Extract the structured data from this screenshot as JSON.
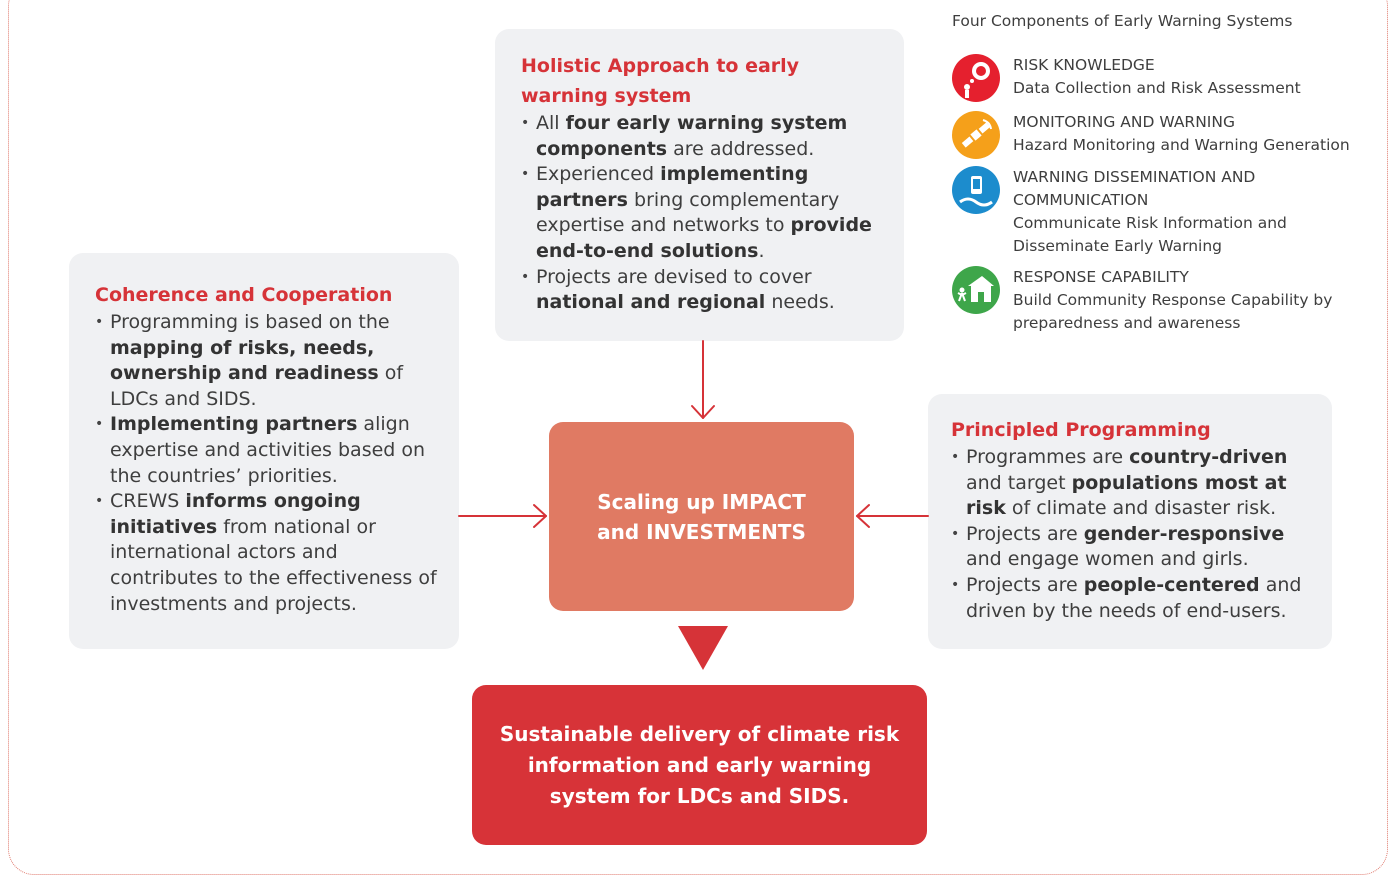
{
  "holistic": {
    "title": "Holistic Approach to early warning system",
    "items": [
      {
        "segments": [
          {
            "t": "All "
          },
          {
            "t": "four early warning system components",
            "b": true
          },
          {
            "t": " are addressed."
          }
        ]
      },
      {
        "segments": [
          {
            "t": "Experienced "
          },
          {
            "t": "implementing partners",
            "b": true
          },
          {
            "t": " bring complementary expertise and networks to "
          },
          {
            "t": "provide end-to-end solutions",
            "b": true
          },
          {
            "t": "."
          }
        ]
      },
      {
        "segments": [
          {
            "t": "Projects are devised to cover "
          },
          {
            "t": "national and regional",
            "b": true
          },
          {
            "t": " needs."
          }
        ]
      }
    ]
  },
  "coherence": {
    "title": "Coherence and Cooperation",
    "items": [
      {
        "segments": [
          {
            "t": "Programming is based on the "
          },
          {
            "t": "mapping of risks, needs, ownership and readiness",
            "b": true
          },
          {
            "t": " of LDCs and SIDS."
          }
        ]
      },
      {
        "segments": [
          {
            "t": "Implementing partners",
            "b": true
          },
          {
            "t": " align expertise and activities based on the countries’ priorities."
          }
        ]
      },
      {
        "segments": [
          {
            "t": "CREWS "
          },
          {
            "t": "informs ongoing initiatives",
            "b": true
          },
          {
            "t": " from national or international actors and contributes to the effectiveness of investments and projects."
          }
        ]
      }
    ]
  },
  "principled": {
    "title": "Principled Programming",
    "items": [
      {
        "segments": [
          {
            "t": "Programmes are "
          },
          {
            "t": "country-driven",
            "b": true
          },
          {
            "t": " and target "
          },
          {
            "t": "populations most at risk",
            "b": true
          },
          {
            "t": " of climate and disaster risk."
          }
        ]
      },
      {
        "segments": [
          {
            "t": "Projects are "
          },
          {
            "t": "gender-responsive",
            "b": true
          },
          {
            "t": " and engage women and girls."
          }
        ]
      },
      {
        "segments": [
          {
            "t": "Projects are "
          },
          {
            "t": "people-centered",
            "b": true
          },
          {
            "t": " and driven by the needs of end-users."
          }
        ]
      }
    ]
  },
  "center": {
    "label": "Scaling up IMPACT and INVESTMENTS"
  },
  "result": {
    "label": "Sustainable delivery of climate risk information and early warning system for LDCs and SIDS."
  },
  "components": {
    "title": "Four Components of Early Warning Systems",
    "items": [
      {
        "name": "RISK KNOWLEDGE",
        "desc": "Data Collection and Risk Assessment",
        "color": "#e5202e",
        "icon": "risk-knowledge-icon"
      },
      {
        "name": "MONITORING AND WARNING",
        "desc": "Hazard Monitoring and Warning Generation",
        "color": "#f5a01a",
        "icon": "satellite-icon"
      },
      {
        "name": "WARNING DISSEMINATION AND COMMUNICATION",
        "desc": "Communicate Risk Information and Disseminate Early Warning",
        "color": "#1c8ccd",
        "icon": "dissemination-icon"
      },
      {
        "name": "RESPONSE CAPABILITY",
        "desc": "Build Community Response Capability by preparedness and awareness",
        "color": "#3ea64a",
        "icon": "response-icon"
      }
    ]
  },
  "colors": {
    "accent_red": "#d63338",
    "center_box": "#e07a63",
    "result_box": "#d73338",
    "panel_bg": "#f0f1f3"
  }
}
